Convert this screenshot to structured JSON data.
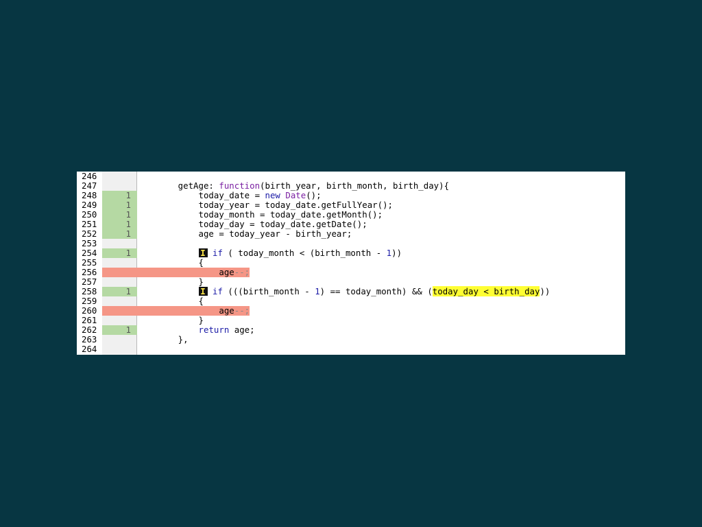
{
  "editor": {
    "lines": [
      {
        "n": "246",
        "count": "",
        "status": "none",
        "parts": []
      },
      {
        "n": "247",
        "count": "",
        "status": "none",
        "parts": [
          {
            "t": "        getAge: ",
            "c": ""
          },
          {
            "t": "function",
            "c": "fn"
          },
          {
            "t": "(birth_year, birth_month, birth_day){",
            "c": ""
          }
        ]
      },
      {
        "n": "248",
        "count": "1",
        "status": "covered",
        "parts": [
          {
            "t": "            today_date = ",
            "c": ""
          },
          {
            "t": "new",
            "c": "kw"
          },
          {
            "t": " ",
            "c": ""
          },
          {
            "t": "Date",
            "c": "fn"
          },
          {
            "t": "();",
            "c": ""
          }
        ]
      },
      {
        "n": "249",
        "count": "1",
        "status": "covered",
        "parts": [
          {
            "t": "            today_year = today_date.getFullYear();",
            "c": ""
          }
        ]
      },
      {
        "n": "250",
        "count": "1",
        "status": "covered",
        "parts": [
          {
            "t": "            today_month = today_date.getMonth();",
            "c": ""
          }
        ]
      },
      {
        "n": "251",
        "count": "1",
        "status": "covered",
        "parts": [
          {
            "t": "            today_day = today_date.getDate();",
            "c": ""
          }
        ]
      },
      {
        "n": "252",
        "count": "1",
        "status": "covered",
        "parts": [
          {
            "t": "            age = today_year - birth_year;",
            "c": ""
          }
        ]
      },
      {
        "n": "253",
        "count": "",
        "status": "none",
        "parts": []
      },
      {
        "n": "254",
        "count": "1",
        "status": "covered",
        "parts": [
          {
            "t": "            ",
            "c": ""
          },
          {
            "t": "I",
            "c": "branch"
          },
          {
            "t": " ",
            "c": ""
          },
          {
            "t": "if",
            "c": "kw"
          },
          {
            "t": " ( today_month < (birth_month - ",
            "c": ""
          },
          {
            "t": "1",
            "c": "num"
          },
          {
            "t": "))",
            "c": ""
          }
        ]
      },
      {
        "n": "255",
        "count": "",
        "status": "none",
        "parts": [
          {
            "t": "            {",
            "c": ""
          }
        ]
      },
      {
        "n": "256",
        "count": "",
        "status": "missed",
        "parts": [
          {
            "t": "                age--;",
            "c": ""
          }
        ]
      },
      {
        "n": "257",
        "count": "",
        "status": "none",
        "parts": [
          {
            "t": "            }",
            "c": ""
          }
        ]
      },
      {
        "n": "258",
        "count": "1",
        "status": "covered",
        "parts": [
          {
            "t": "            ",
            "c": ""
          },
          {
            "t": "I",
            "c": "branch"
          },
          {
            "t": " ",
            "c": ""
          },
          {
            "t": "if",
            "c": "kw"
          },
          {
            "t": " (((birth_month - ",
            "c": ""
          },
          {
            "t": "1",
            "c": "num"
          },
          {
            "t": ") == today_month) && (",
            "c": ""
          },
          {
            "t": "today_day < birth_day",
            "c": "hl"
          },
          {
            "t": "))",
            "c": ""
          }
        ]
      },
      {
        "n": "259",
        "count": "",
        "status": "none",
        "parts": [
          {
            "t": "            {",
            "c": ""
          }
        ]
      },
      {
        "n": "260",
        "count": "",
        "status": "missed",
        "parts": [
          {
            "t": "                age--;",
            "c": ""
          }
        ]
      },
      {
        "n": "261",
        "count": "",
        "status": "none",
        "parts": [
          {
            "t": "            }",
            "c": ""
          }
        ]
      },
      {
        "n": "262",
        "count": "1",
        "status": "covered",
        "parts": [
          {
            "t": "            ",
            "c": ""
          },
          {
            "t": "return",
            "c": "kw"
          },
          {
            "t": " age;",
            "c": ""
          }
        ]
      },
      {
        "n": "263",
        "count": "",
        "status": "none",
        "parts": [
          {
            "t": "        },",
            "c": ""
          }
        ]
      },
      {
        "n": "264",
        "count": "",
        "status": "none",
        "parts": []
      }
    ]
  }
}
